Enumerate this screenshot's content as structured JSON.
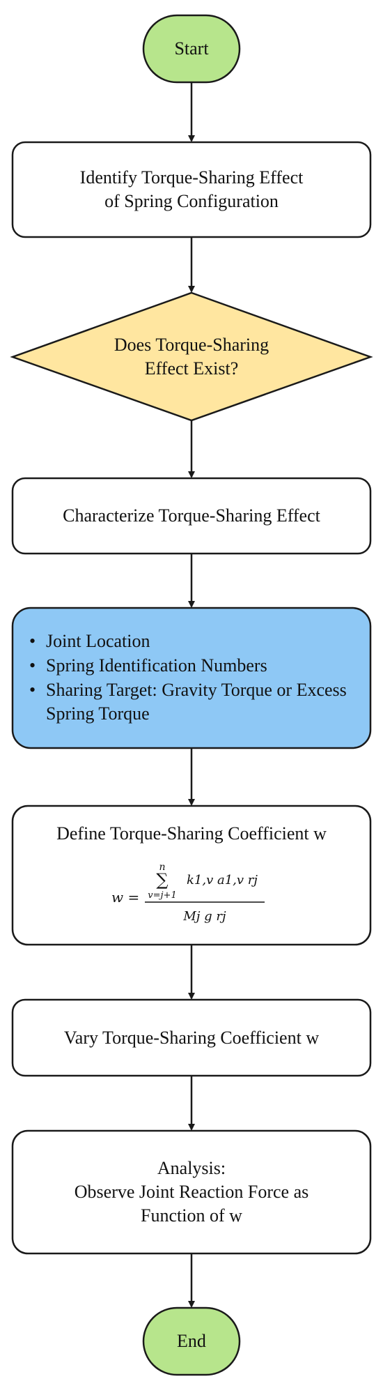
{
  "flowchart": {
    "start": "Start",
    "identify": {
      "line1": "Identify Torque-Sharing Effect",
      "line2": "of Spring Configuration"
    },
    "decision": {
      "line1": "Does Torque-Sharing",
      "line2": "Effect Exist?"
    },
    "characterize": "Characterize Torque-Sharing Effect",
    "details": {
      "items": [
        "Joint Location",
        "Spring Identification Numbers",
        "Sharing Target: Gravity Torque or Excess Spring Torque"
      ]
    },
    "define": {
      "title": "Define Torque-Sharing Coefficient w",
      "formula": {
        "lhs": "w =",
        "sum_upper": "n",
        "sum_symbol": "∑",
        "sum_lower": "v=j+1",
        "numerator": "k1,v a1,v rj",
        "denominator": "Mj g rj"
      }
    },
    "vary": "Vary Torque-Sharing Coefficient w",
    "analysis": {
      "line1": "Analysis:",
      "line2": "Observe Joint Reaction Force as",
      "line3": "Function of w"
    },
    "end": "End"
  },
  "colors": {
    "terminal_fill": "#b7e58c",
    "decision_fill": "#ffe6a0",
    "detail_fill": "#8ec8f5",
    "process_fill": "#ffffff",
    "stroke": "#1a1a1a"
  }
}
